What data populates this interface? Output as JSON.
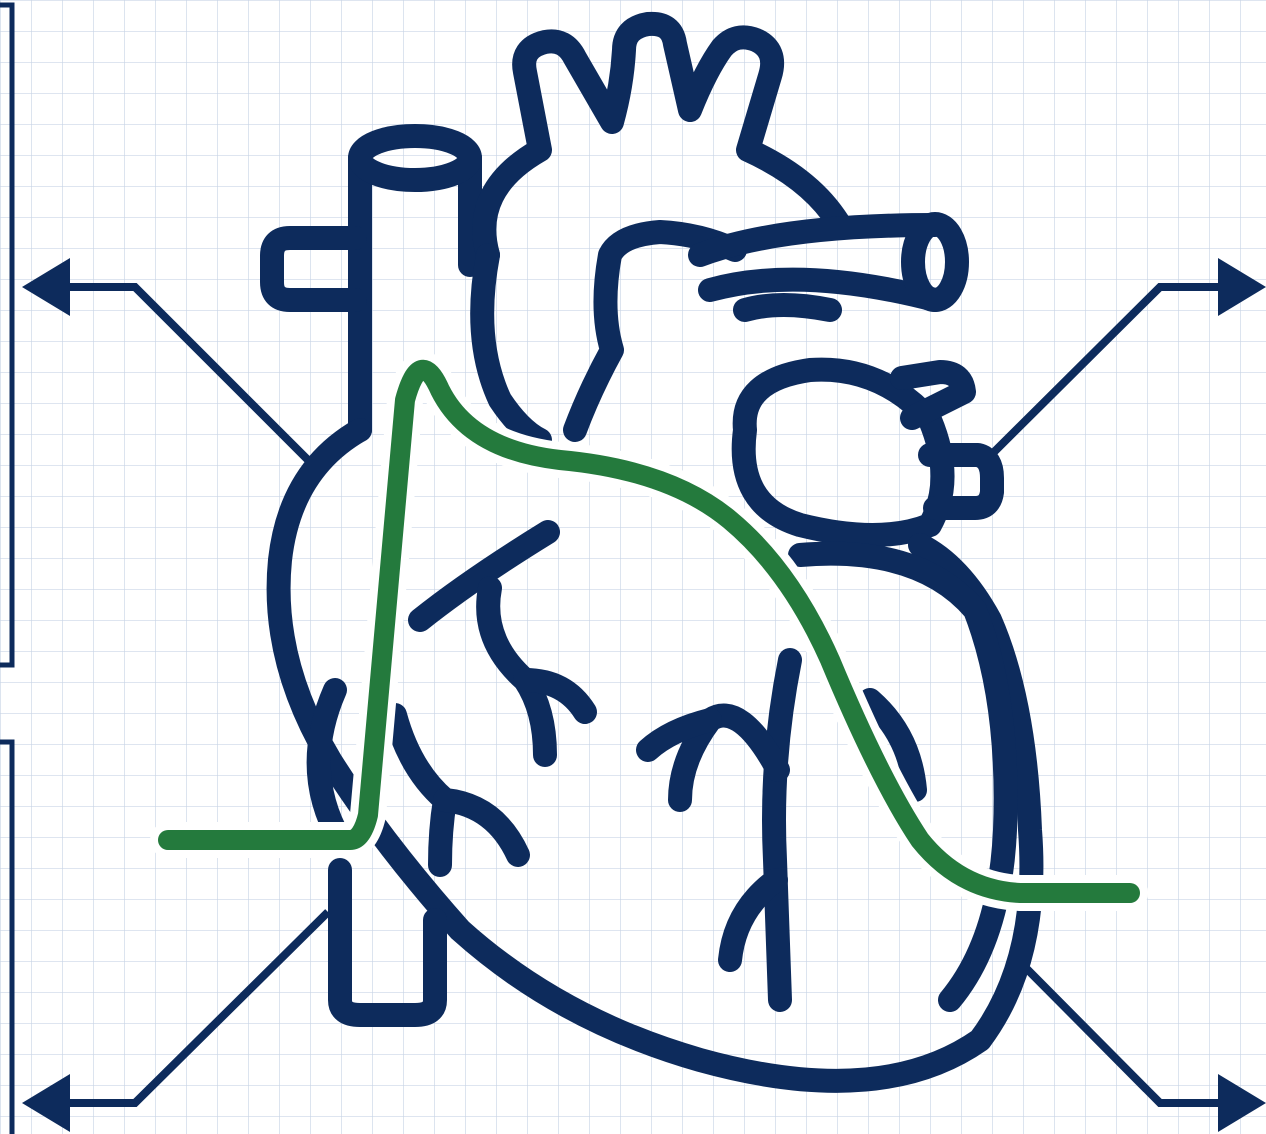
{
  "colors": {
    "background": "#ffffff",
    "grid": "#c9d5e6",
    "outline": "#0d2b5c",
    "trace": "#247a3d"
  },
  "illustration": {
    "subject": "heart-outline",
    "overlay": "action-potential-waveform",
    "arrows": [
      "top-left",
      "top-right",
      "bottom-left",
      "bottom-right"
    ]
  }
}
